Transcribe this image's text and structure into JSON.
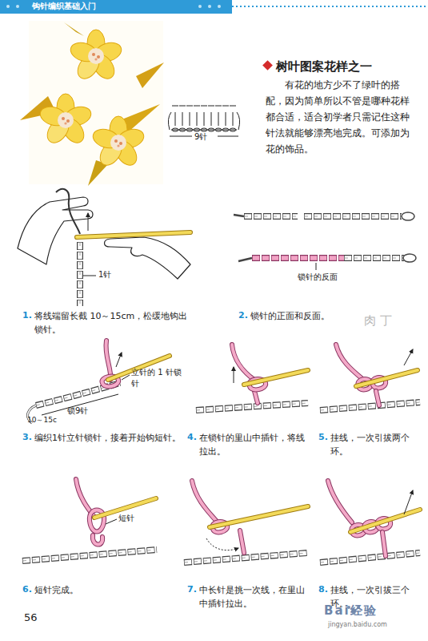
{
  "diagram": {
    "title": "树叶图案花样之一",
    "labels": [
      "钩针编织基础入门",
      "9针",
      "有花的地方少不了绿叶的搭配，因为简单所以不管是哪种花样都合适，适合初学者只需记住这种针法就能够漂亮地完成。可添加为花的饰品。",
      "1针",
      "锁针的反面",
      "1.",
      "将线端留长截 10～15cm，松缓地钩出锁针。",
      "2.",
      "锁针的正面和反面。",
      "肉 丁",
      "立针的 1 针锁针",
      "锁9针",
      "10～15c",
      "3.",
      "编织1针立针锁针，接着开始钩短针。",
      "4.",
      "在锁针的里山中插针，将线拉出。",
      "5.",
      "挂线，一次引拔两个环。",
      "短针",
      "6.",
      "短针完成。",
      "7.",
      "中长针是挑一次线，在里山中插针拉出。",
      "8.",
      "挂线，一次引拔三个环。",
      "56",
      "Bai经验",
      "jingyan.baidu.com"
    ]
  }
}
